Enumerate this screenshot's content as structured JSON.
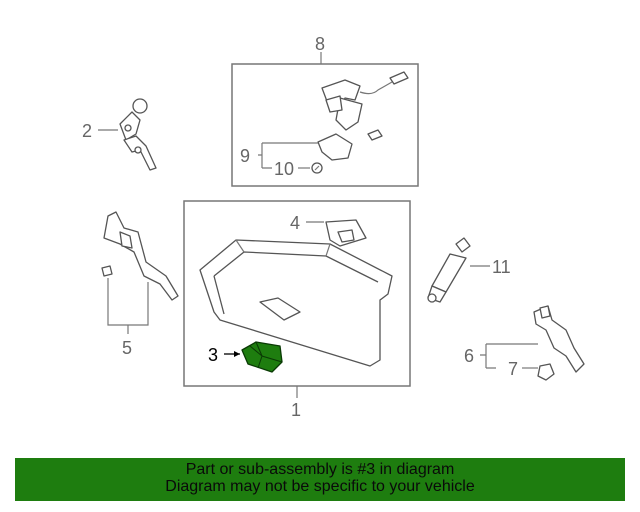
{
  "callouts": {
    "c1": "1",
    "c2": "2",
    "c3": "3",
    "c4": "4",
    "c5": "5",
    "c6": "6",
    "c7": "7",
    "c8": "8",
    "c9": "9",
    "c10": "10",
    "c11": "11"
  },
  "highlight": {
    "part": "3",
    "color": "#1e7d0f"
  },
  "banner": {
    "line1": "Part or sub-assembly is #3 in diagram",
    "line2": "Diagram may not be specific to your vehicle",
    "background": "#1e7d0f"
  }
}
